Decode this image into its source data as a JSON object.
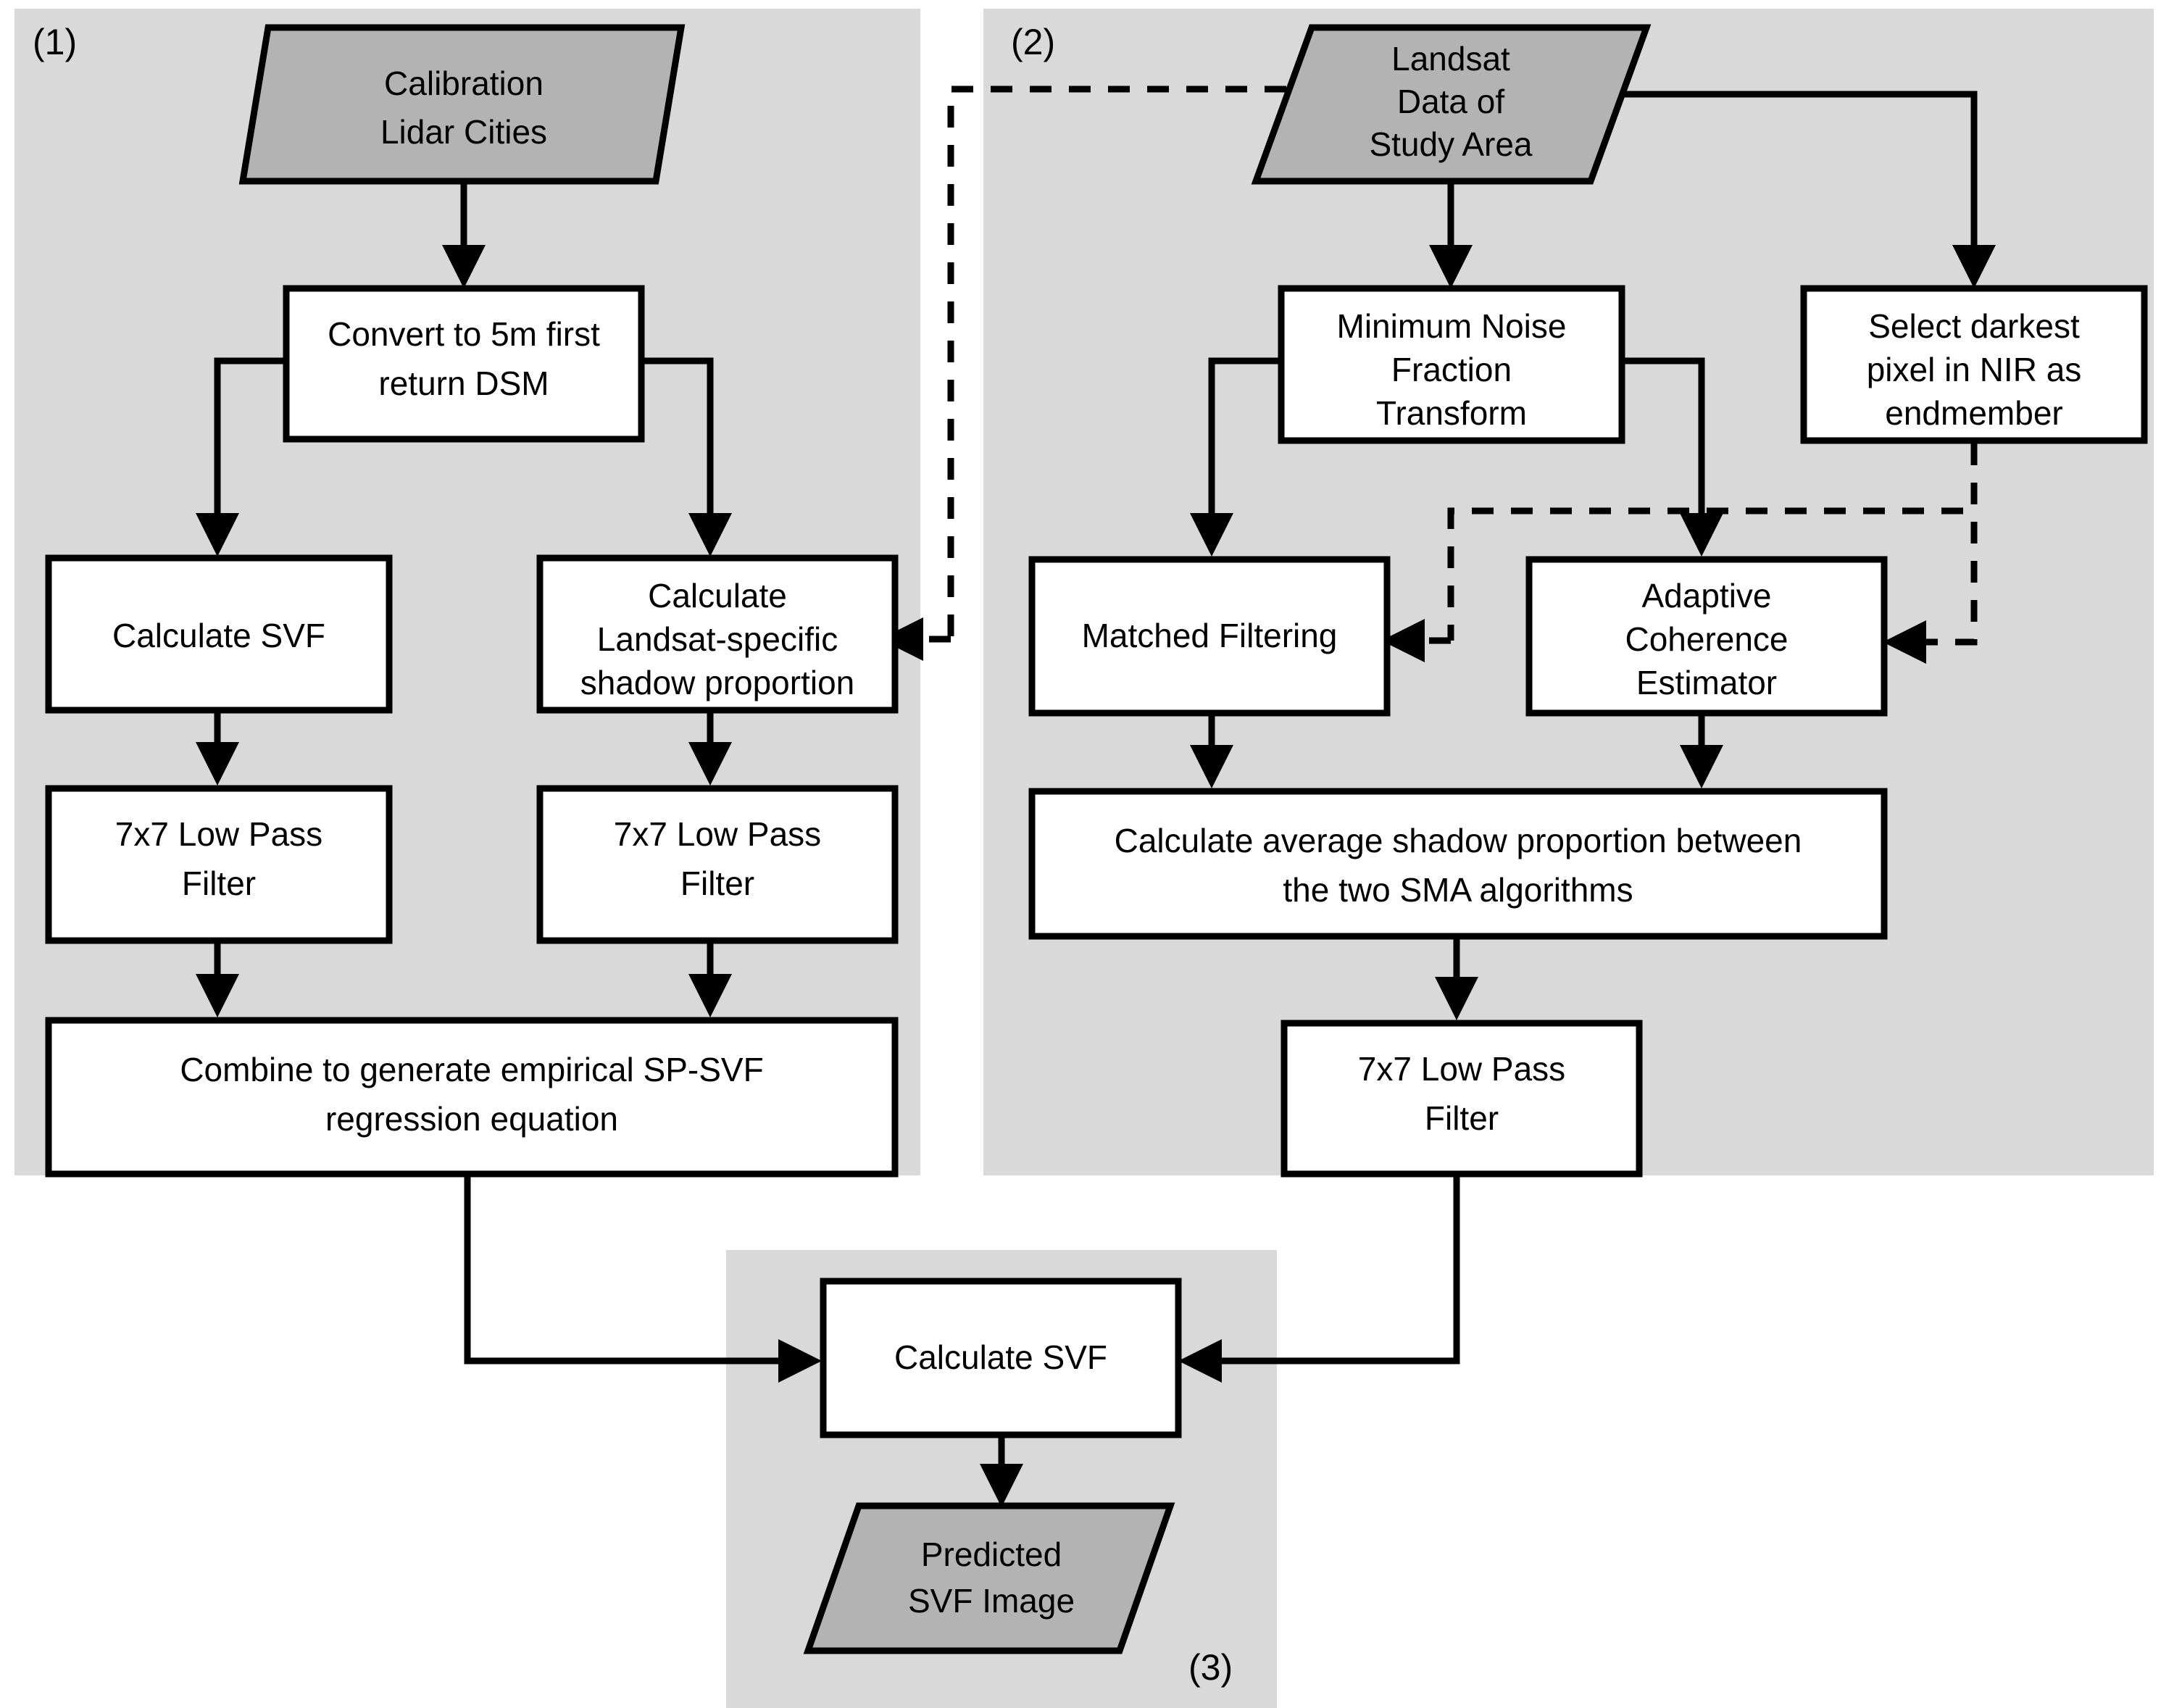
{
  "figure": {
    "type": "flowchart",
    "background_color": "#ffffff",
    "panel_fill": "#d9d9d9",
    "process_fill": "#ffffff",
    "data_fill": "#b3b3b3",
    "stroke_color": "#000000"
  },
  "panels": [
    {
      "id": "panel1",
      "label": "(1)"
    },
    {
      "id": "panel2",
      "label": "(2)"
    },
    {
      "id": "panel3",
      "label": "(3)"
    }
  ],
  "nodes": {
    "calibration_lidar_cities": {
      "shape": "parallelogram",
      "lines": [
        "Calibration",
        "Lidar Cities"
      ]
    },
    "convert_dsm": {
      "shape": "rect",
      "lines": [
        "Convert to 5m first",
        "return DSM"
      ]
    },
    "calculate_svf_left": {
      "shape": "rect",
      "lines": [
        "Calculate SVF"
      ]
    },
    "calculate_landsat_shadow": {
      "shape": "rect",
      "lines": [
        "Calculate",
        "Landsat-specific",
        "shadow proportion"
      ]
    },
    "low_pass_filter_left": {
      "shape": "rect",
      "lines": [
        "7x7 Low Pass",
        "Filter"
      ]
    },
    "low_pass_filter_mid": {
      "shape": "rect",
      "lines": [
        "7x7 Low Pass",
        "Filter"
      ]
    },
    "combine_regression": {
      "shape": "rect",
      "lines": [
        "Combine to generate empirical SP-SVF",
        "regression equation"
      ]
    },
    "landsat_data": {
      "shape": "parallelogram",
      "lines": [
        "Landsat",
        "Data of",
        "Study Area"
      ]
    },
    "mnf_transform": {
      "shape": "rect",
      "lines": [
        "Minimum Noise",
        "Fraction",
        "Transform"
      ]
    },
    "select_darkest_pixel": {
      "shape": "rect",
      "lines": [
        "Select darkest",
        "pixel in NIR as",
        "endmember"
      ]
    },
    "matched_filtering": {
      "shape": "rect",
      "lines": [
        "Matched Filtering"
      ]
    },
    "adaptive_coherence": {
      "shape": "rect",
      "lines": [
        "Adaptive",
        "Coherence",
        "Estimator"
      ]
    },
    "calculate_average_sma": {
      "shape": "rect",
      "lines": [
        "Calculate average shadow proportion between",
        "the two SMA algorithms"
      ]
    },
    "low_pass_filter_right": {
      "shape": "rect",
      "lines": [
        "7x7 Low Pass",
        "Filter"
      ]
    },
    "calculate_svf_final": {
      "shape": "rect",
      "lines": [
        "Calculate SVF"
      ]
    },
    "predicted_svf_image": {
      "shape": "parallelogram",
      "lines": [
        "Predicted",
        "SVF Image"
      ]
    }
  },
  "edges": [
    {
      "from": "calibration_lidar_cities",
      "to": "convert_dsm",
      "style": "solid"
    },
    {
      "from": "convert_dsm",
      "to": "calculate_svf_left",
      "style": "solid"
    },
    {
      "from": "convert_dsm",
      "to": "calculate_landsat_shadow",
      "style": "solid"
    },
    {
      "from": "calculate_svf_left",
      "to": "low_pass_filter_left",
      "style": "solid"
    },
    {
      "from": "calculate_landsat_shadow",
      "to": "low_pass_filter_mid",
      "style": "solid"
    },
    {
      "from": "low_pass_filter_left",
      "to": "combine_regression",
      "style": "solid"
    },
    {
      "from": "low_pass_filter_mid",
      "to": "combine_regression",
      "style": "solid"
    },
    {
      "from": "landsat_data",
      "to": "calculate_landsat_shadow",
      "style": "dashed"
    },
    {
      "from": "landsat_data",
      "to": "mnf_transform",
      "style": "solid"
    },
    {
      "from": "landsat_data",
      "to": "select_darkest_pixel",
      "style": "solid"
    },
    {
      "from": "mnf_transform",
      "to": "matched_filtering",
      "style": "solid"
    },
    {
      "from": "mnf_transform",
      "to": "adaptive_coherence",
      "style": "solid"
    },
    {
      "from": "select_darkest_pixel",
      "to": "matched_filtering",
      "style": "dashed"
    },
    {
      "from": "select_darkest_pixel",
      "to": "adaptive_coherence",
      "style": "dashed"
    },
    {
      "from": "matched_filtering",
      "to": "calculate_average_sma",
      "style": "solid"
    },
    {
      "from": "adaptive_coherence",
      "to": "calculate_average_sma",
      "style": "solid"
    },
    {
      "from": "calculate_average_sma",
      "to": "low_pass_filter_right",
      "style": "solid"
    },
    {
      "from": "combine_regression",
      "to": "calculate_svf_final",
      "style": "solid"
    },
    {
      "from": "low_pass_filter_right",
      "to": "calculate_svf_final",
      "style": "solid"
    },
    {
      "from": "calculate_svf_final",
      "to": "predicted_svf_image",
      "style": "solid"
    }
  ]
}
